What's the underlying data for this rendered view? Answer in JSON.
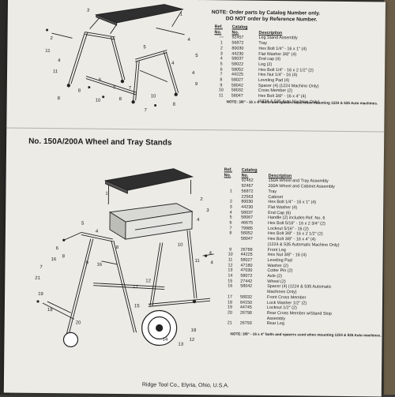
{
  "top_note": {
    "line1": "NOTE: Order parts by Catalog Number only.",
    "line2": "DO NOT order by Reference Number."
  },
  "headers": {
    "ref": [
      "Ref.",
      "No."
    ],
    "catalog": [
      "Catalog",
      "No."
    ],
    "description": "Description"
  },
  "top_parts": [
    {
      "ref": "—",
      "cat": "92457",
      "desc": "Leg Stand Assembly"
    },
    {
      "ref": "1",
      "cat": "56872",
      "desc": "Tray"
    },
    {
      "ref": "2",
      "cat": "80030",
      "desc": "Hex Bolt 1/4\" - 16 x 1\" (4)"
    },
    {
      "ref": "3",
      "cat": "44230",
      "desc": "Flat Washer 3/8\" (4)"
    },
    {
      "ref": "4",
      "cat": "58037",
      "desc": "End cap (4)"
    },
    {
      "ref": "5",
      "cat": "58022",
      "desc": "Leg (2)"
    },
    {
      "ref": "6",
      "cat": "58052",
      "desc": "Hex Bolt 1/4\" - 16 x 2 1/2\" (2)"
    },
    {
      "ref": "7",
      "cat": "44225",
      "desc": "Hex Nut 1/4\" - 16 (4)"
    },
    {
      "ref": "8",
      "cat": "58027",
      "desc": "Leveling Pad (4)"
    },
    {
      "ref": "9",
      "cat": "58042",
      "desc": "Spacer (4) (1224 Machine Only)"
    },
    {
      "ref": "10",
      "cat": "58032",
      "desc": "Cross Member (2)"
    },
    {
      "ref": "11",
      "cat": "58047",
      "desc": "Hex Bolt 3/8\" - 16 x 4\" (4)"
    },
    {
      "ref": "",
      "cat": "",
      "desc": "(1224 & 535 Auto Machine Only)"
    }
  ],
  "top_footnote": "NOTE: 3/8\" - 16 x 4\" Bolts and spacers used when mounting 1224 & 535 Auto machines.",
  "section_title": "No. 150A/200A Wheel and Tray Stands",
  "bottom_parts": [
    {
      "ref": "",
      "cat": "92462",
      "desc": "150A Wheel and Tray Assembly"
    },
    {
      "ref": "",
      "cat": "92467",
      "desc": "200A Wheel and Cabinet Assembly"
    },
    {
      "ref": "1",
      "cat": "56872",
      "desc": "Tray"
    },
    {
      "ref": "",
      "cat": "22563",
      "desc": "Cabinet"
    },
    {
      "ref": "2",
      "cat": "80030",
      "desc": "Hex Bolt 1/4\" - 16 x 1\" (4)"
    },
    {
      "ref": "3",
      "cat": "44230",
      "desc": "Flat Washer (4)"
    },
    {
      "ref": "4",
      "cat": "58037",
      "desc": "End Cap (6)"
    },
    {
      "ref": "5",
      "cat": "58067",
      "desc": "Handle (2) includes Ref. No. 6"
    },
    {
      "ref": "6",
      "cat": "46675",
      "desc": "Hex Bolt 5/16\" - 16 x 2 3/4\" (2)"
    },
    {
      "ref": "7",
      "cat": "79985",
      "desc": "Locknut 5/16\" - 16 (2)"
    },
    {
      "ref": "8",
      "cat": "58052",
      "desc": "Hex Bolt 3/8\" - 16 x 2 1/2\" (2)"
    },
    {
      "ref": "",
      "cat": "58047",
      "desc": "Hex Bolt 3/8\" - 16 x 4\" (4)"
    },
    {
      "ref": "",
      "cat": "",
      "desc": "(1224 & 535 Automatic Machine Only)"
    },
    {
      "ref": "9",
      "cat": "26788",
      "desc": "Front Leg"
    },
    {
      "ref": "10",
      "cat": "44225",
      "desc": "Hex Nut 3/8\" - 16 (4)"
    },
    {
      "ref": "11",
      "cat": "58027",
      "desc": "Leveling Pad"
    },
    {
      "ref": "12",
      "cat": "47180",
      "desc": "Washer (2)"
    },
    {
      "ref": "13",
      "cat": "47030",
      "desc": "Cotter Pin (2)"
    },
    {
      "ref": "14",
      "cat": "58072",
      "desc": "Axle (2)"
    },
    {
      "ref": "15",
      "cat": "27442",
      "desc": "Wheel (2)"
    },
    {
      "ref": "16",
      "cat": "58042",
      "desc": "Spacer (4) (1224 & 535 Automatic"
    },
    {
      "ref": "",
      "cat": "",
      "desc": "Machines Only)"
    },
    {
      "ref": "17",
      "cat": "58032",
      "desc": "Front Cross Member"
    },
    {
      "ref": "18",
      "cat": "84150",
      "desc": "Lock Washer 1/2\" (2)"
    },
    {
      "ref": "19",
      "cat": "44745",
      "desc": "Locknut 1/2\" (2)"
    },
    {
      "ref": "20",
      "cat": "26798",
      "desc": "Rear Cross Member w/Stand Stop"
    },
    {
      "ref": "",
      "cat": "",
      "desc": "Assembly"
    },
    {
      "ref": "21",
      "cat": "26793",
      "desc": "Rear Leg"
    }
  ],
  "bottom_footnote": "NOTE: 3/8\" - 16 x 4\" bolts and spacers used when mounting 1224 & 535 Auto machines.",
  "footer": "Ridge Tool Co., Elyria, Ohio, U.S.A.",
  "top_callouts": [
    "3",
    "1",
    "2",
    "4",
    "11",
    "4",
    "5",
    "5",
    "4",
    "4",
    "8",
    "6",
    "7",
    "9",
    "10",
    "8",
    "11",
    "7",
    "8",
    "10",
    "7",
    "8"
  ],
  "bottom_callouts": [
    "2",
    "3",
    "1",
    "4",
    "4",
    "5",
    "6",
    "8",
    "8",
    "7",
    "16",
    "9",
    "16",
    "10",
    "11",
    "4",
    "4",
    "17",
    "12",
    "21",
    "19",
    "18",
    "15",
    "20",
    "14",
    "13",
    "12",
    "18"
  ]
}
